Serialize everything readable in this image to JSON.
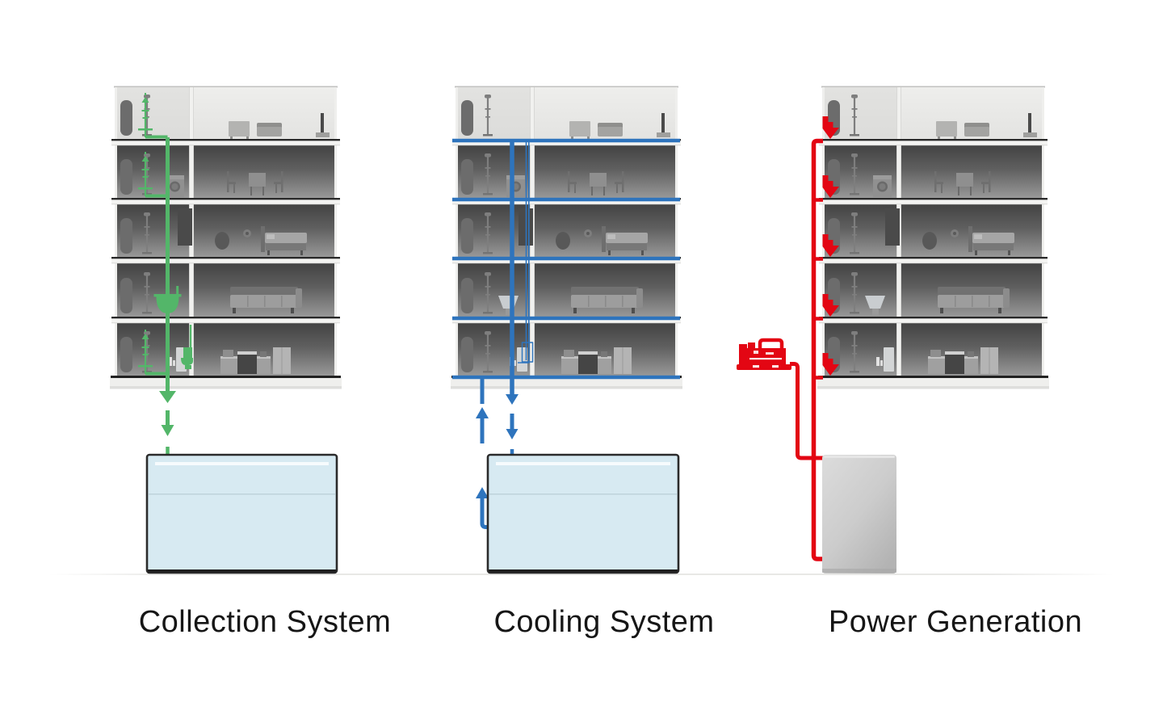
{
  "title": "Building water and energy systems diagram",
  "sections": [
    {
      "id": "collection",
      "label": "Collection System",
      "color": "#53b669",
      "building_floors": 5,
      "icons": [
        "shower-fixture-icon",
        "funnel-icon",
        "toilet-icon",
        "down-arrow-icon"
      ],
      "storage": "water-tank"
    },
    {
      "id": "cooling",
      "label": "Cooling System",
      "color": "#2e74bd",
      "building_floors": 5,
      "icons": [
        "floor-pipe-icon",
        "up-arrow-icon",
        "down-arrow-icon"
      ],
      "storage": "water-tank"
    },
    {
      "id": "power",
      "label": "Power Generation",
      "color": "#e30613",
      "building_floors": 5,
      "icons": [
        "bent-arrow-icon",
        "generator-icon"
      ],
      "storage": "power-unit"
    }
  ],
  "colors": {
    "tank_fill": "#d7eaf2",
    "tank_stroke": "#2b2b2b",
    "label_ink": "#161616"
  }
}
